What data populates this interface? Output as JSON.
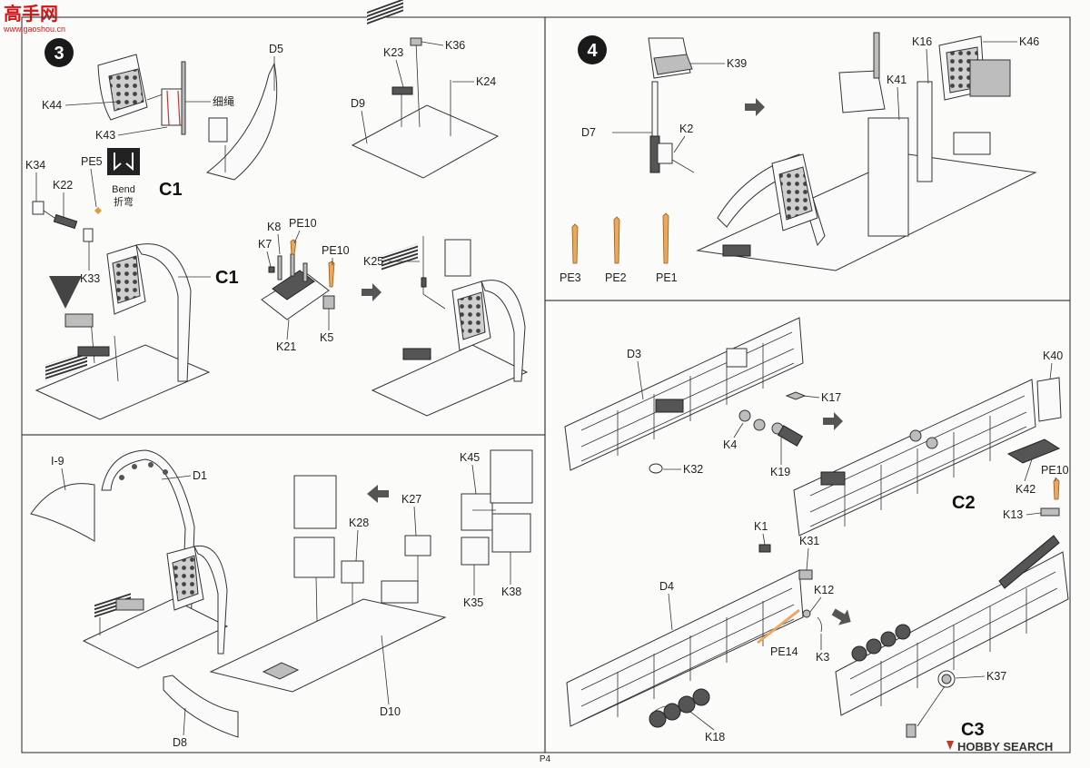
{
  "watermark_top": {
    "brand": "高手网",
    "url": "www.gaoshou.cn"
  },
  "watermark_bottom": "HOBBY SEARCH",
  "page_number": "P4",
  "steps": [
    {
      "number": "3",
      "callouts": [
        "C1",
        "C1"
      ]
    },
    {
      "number": "4"
    }
  ],
  "bend_box": {
    "label": "Bend",
    "label_cn": "折弯"
  },
  "thread_label_cn": "细绳",
  "step3_labels": [
    "K44",
    "K43",
    "D5",
    "K34",
    "PE5",
    "K22",
    "K33",
    "K23",
    "K36",
    "K24",
    "D9",
    "K8",
    "PE10",
    "K7",
    "PE10",
    "K25",
    "K21",
    "K5"
  ],
  "step4_labels": [
    "K39",
    "D7",
    "K2",
    "K16",
    "K46",
    "K41",
    "PE3",
    "PE2",
    "PE1"
  ],
  "lower_left_labels": [
    "I-9",
    "D1",
    "K27",
    "K28",
    "K45",
    "K35",
    "K38",
    "D8",
    "D10"
  ],
  "right_c2_labels": [
    "D3",
    "K17",
    "K40",
    "K4",
    "K32",
    "K19",
    "PE10",
    "K42",
    "K13"
  ],
  "right_c3_labels": [
    "K1",
    "K31",
    "D4",
    "K12",
    "PE14",
    "K3",
    "K37",
    "K18"
  ],
  "callouts": {
    "c2": "C2",
    "c3": "C3"
  }
}
